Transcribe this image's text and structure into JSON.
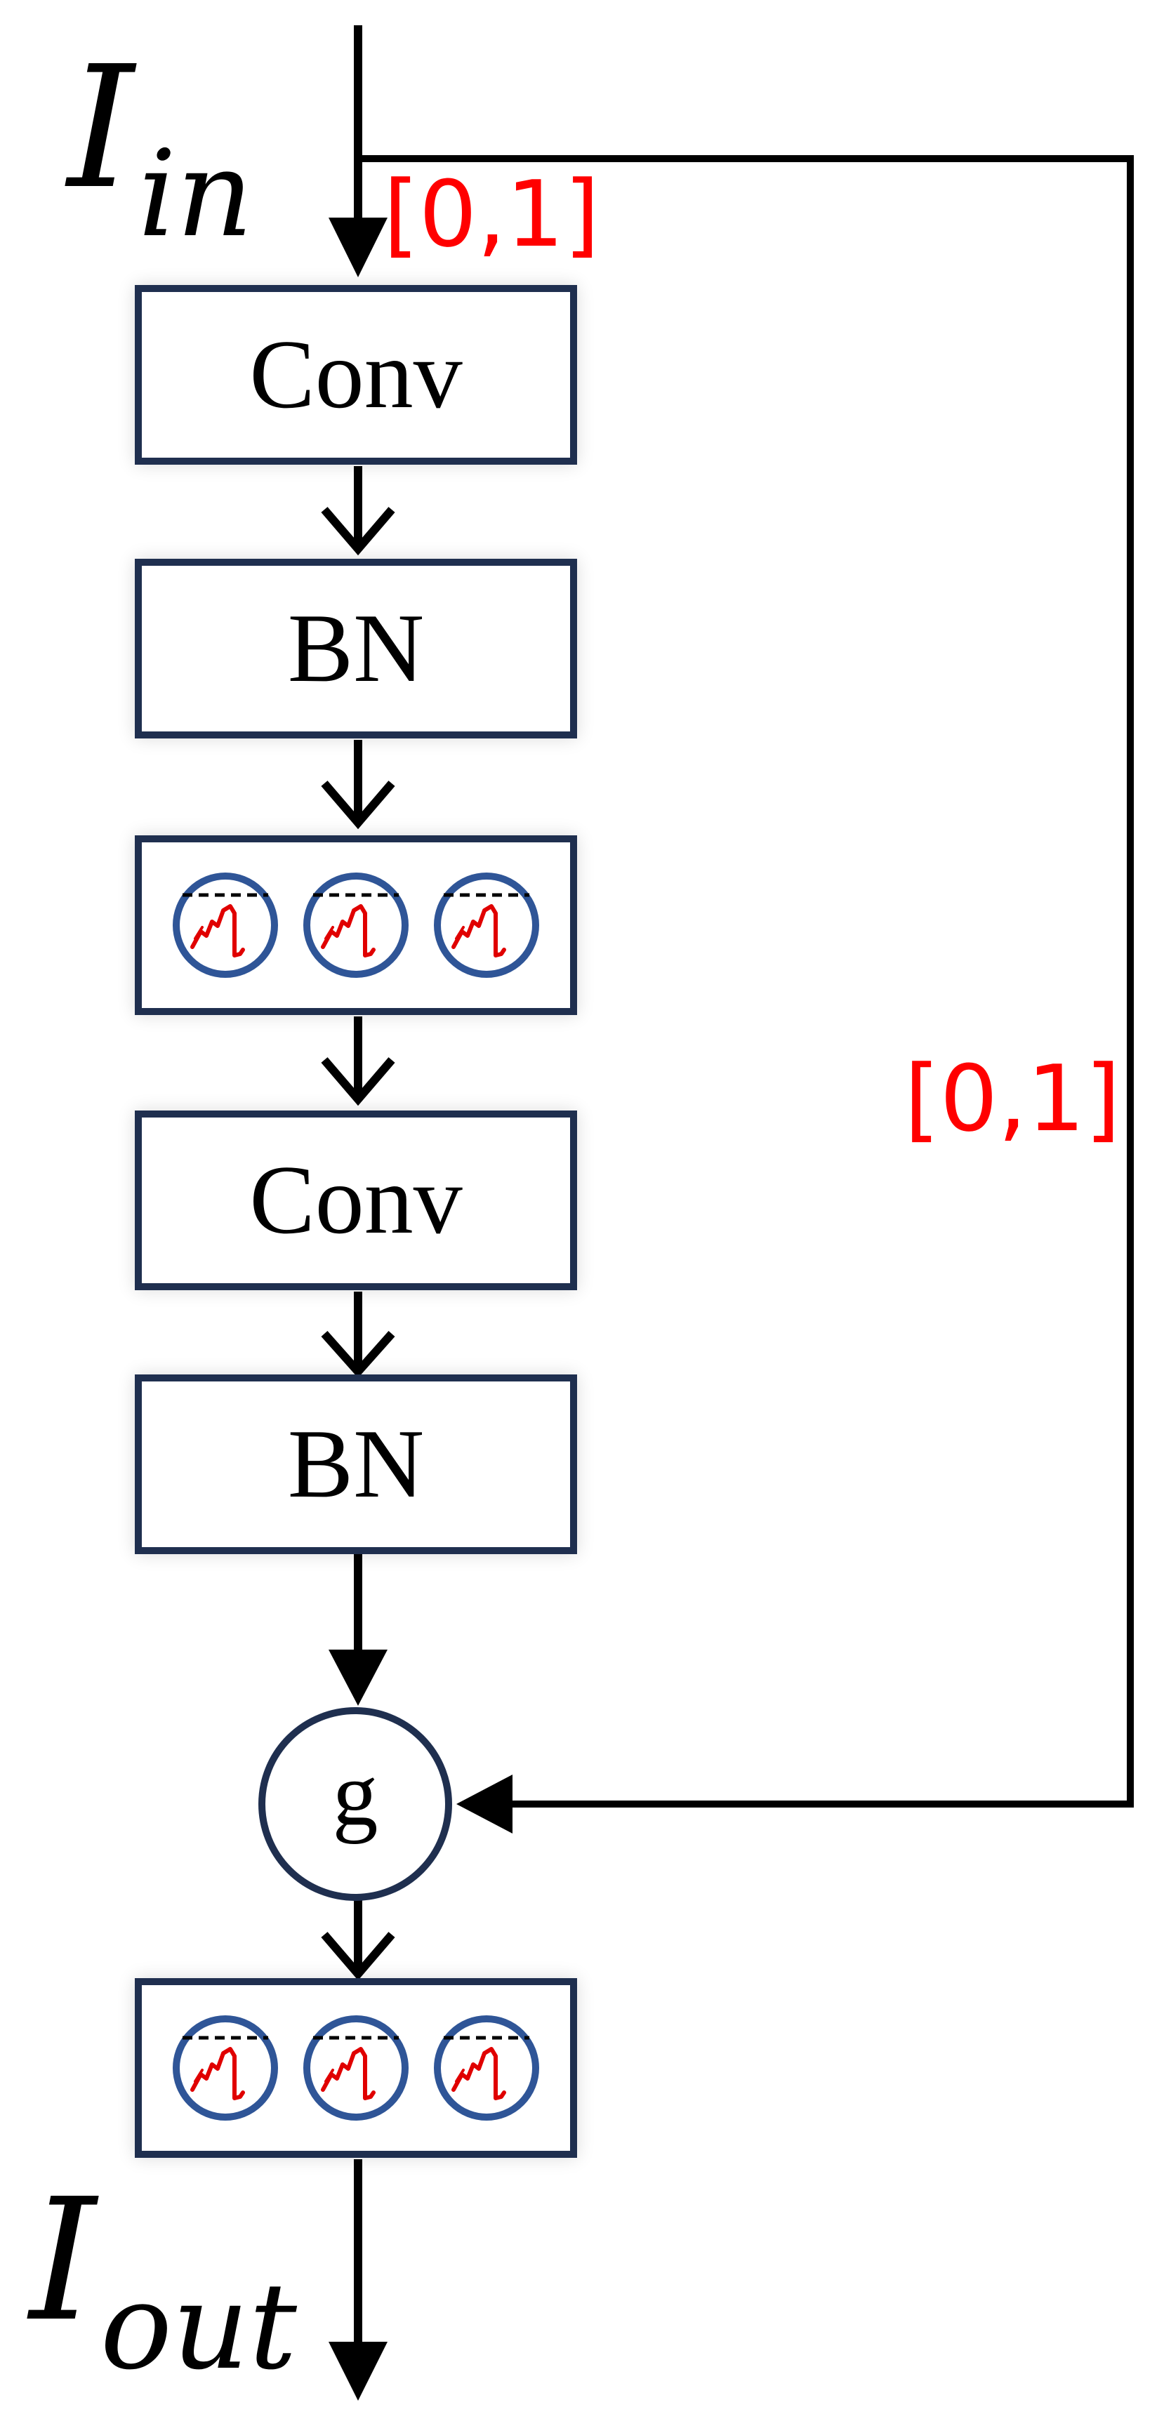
{
  "input": {
    "symbol": "I",
    "subscript": "in"
  },
  "output": {
    "symbol": "I",
    "subscript": "out"
  },
  "ranges": {
    "input_range": "[0,1]",
    "skip_range": "[0,1]"
  },
  "blocks": [
    {
      "type": "layer",
      "label": "Conv"
    },
    {
      "type": "layer",
      "label": "BN"
    },
    {
      "type": "activation",
      "units": 3
    },
    {
      "type": "layer",
      "label": "Conv"
    },
    {
      "type": "layer",
      "label": "BN"
    }
  ],
  "gate": {
    "label": "g"
  },
  "final_activation": {
    "units": 3
  },
  "colors": {
    "box_border": "#1f2f4f",
    "circle_border": "#2f5597",
    "activation_curve": "#e00000",
    "range_text": "#ff0000",
    "arrow": "#000000"
  },
  "icons": {
    "activation_unit": "activation-curve-icon",
    "arrow": "arrow-down-icon"
  }
}
